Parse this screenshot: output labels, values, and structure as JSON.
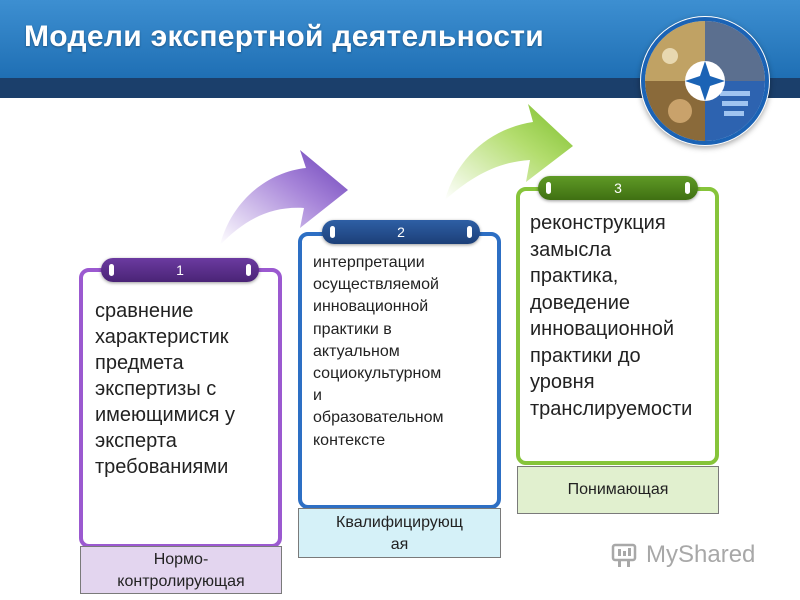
{
  "header": {
    "title": "Модели экспертной деятельности",
    "band_color": "#2d7fc3",
    "dark_band_color": "#1b3f6b"
  },
  "logo": {
    "icon": "globe-photo-collage-icon"
  },
  "steps": [
    {
      "number": "1",
      "text": "сравнение\nхарактеристик\nпредмета\nэкспертизы с\nимеющимися у\nэксперта\nтребованиями",
      "label": "Нормо-\nконтролирующая",
      "border_color": "#9b59d0",
      "label_color": "#e3d5ef"
    },
    {
      "number": "2",
      "text": "интерпретации\nосуществляемой\nинновационной\nпрактики в\nактуальном\nсоциокультурном\nи\nобразовательном\nконтексте",
      "label": "Квалифицирующ\nая",
      "border_color": "#2d6fc4",
      "label_color": "#d5f1f8"
    },
    {
      "number": "3",
      "text": "реконструкция\nзамысла\nпрактика,\nдоведение\nинновационной\nпрактики до\nуровня\nтранслируемости",
      "label": "Понимающая",
      "border_color": "#86c43a",
      "label_color": "#e1f0cf"
    }
  ],
  "arrows": [
    {
      "icon": "curved-arrow-icon",
      "color": "#8e5cc8"
    },
    {
      "icon": "curved-arrow-icon",
      "color": "#8cc63f"
    }
  ],
  "watermark": {
    "text": "MyShared",
    "icon": "myshared-logo-icon"
  }
}
